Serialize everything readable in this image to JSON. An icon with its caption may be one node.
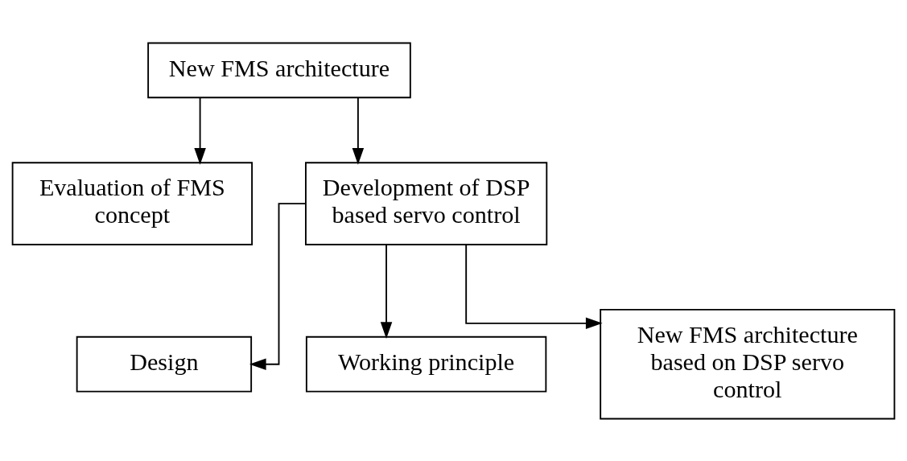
{
  "diagram": {
    "nodes": [
      {
        "text": [
          "New FMS architecture"
        ]
      },
      {
        "text": [
          "Evaluation of FMS concept"
        ]
      },
      {
        "text": [
          "Development of DSP based servo control"
        ]
      },
      {
        "text": [
          "Design"
        ]
      },
      {
        "text": [
          "Working principle"
        ]
      },
      {
        "text": [
          "New FMS architecture based on DSP servo control"
        ]
      }
    ],
    "edges": [
      {
        "from": 0,
        "to": 1,
        "arrow": "to"
      },
      {
        "from": 0,
        "to": 2,
        "arrow": "to"
      },
      {
        "from": 2,
        "to": 3,
        "arrow": "to"
      },
      {
        "from": 2,
        "to": 4,
        "arrow": "to"
      },
      {
        "from": 2,
        "to": 5,
        "arrow": "to"
      }
    ]
  }
}
